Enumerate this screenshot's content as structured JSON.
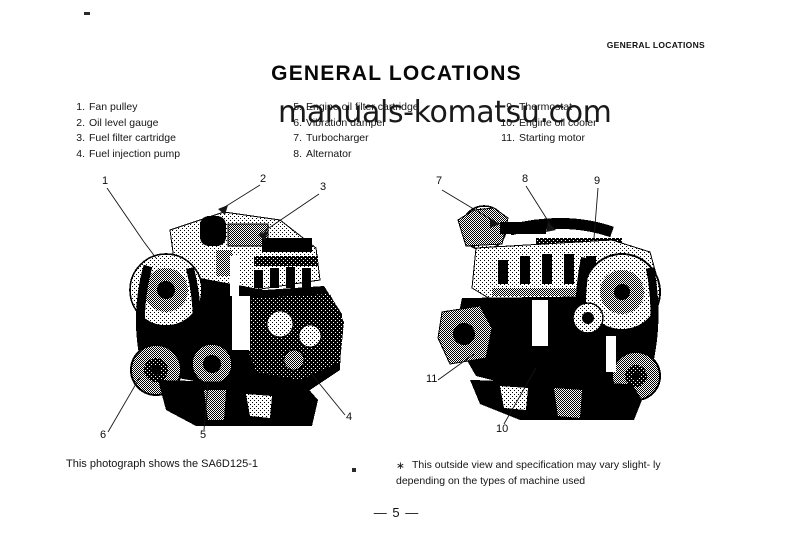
{
  "document": {
    "running_header": "GENERAL LOCATIONS",
    "title": "GENERAL  LOCATIONS",
    "page_number": "— 5 —",
    "watermark": "manuals-komatsu.com"
  },
  "legend": {
    "column_1": [
      {
        "num": "1.",
        "label": "Fan pulley"
      },
      {
        "num": "2.",
        "label": "Oil level gauge"
      },
      {
        "num": "3.",
        "label": "Fuel filter cartridge"
      },
      {
        "num": "4.",
        "label": "Fuel injection pump"
      }
    ],
    "column_2": [
      {
        "num": "5.",
        "label": "Engine oil filter cartridge"
      },
      {
        "num": "6.",
        "label": "Vibration damper"
      },
      {
        "num": "7.",
        "label": "Turbocharger"
      },
      {
        "num": "8.",
        "label": "Alternator"
      }
    ],
    "column_3": [
      {
        "num": "9.",
        "label": "Thermostat"
      },
      {
        "num": "10.",
        "label": "Engine oil cooler"
      },
      {
        "num": "11.",
        "label": "Starting motor"
      }
    ]
  },
  "figures": {
    "left": {
      "alt": "engine-photograph-left-side-view",
      "callouts": [
        "1",
        "2",
        "3",
        "4",
        "5",
        "6"
      ],
      "caption": "This photograph shows the SA6D125-1"
    },
    "right": {
      "alt": "engine-photograph-right-side-view",
      "callouts": [
        "7",
        "8",
        "9",
        "10",
        "11"
      ],
      "note_marker": "∗",
      "note": "This outside view and specification may vary slight-\nly depending on the types of machine used"
    }
  },
  "colors": {
    "page_background": "#ffffff",
    "ink": "#101010",
    "watermark": "#1a1a1a"
  }
}
